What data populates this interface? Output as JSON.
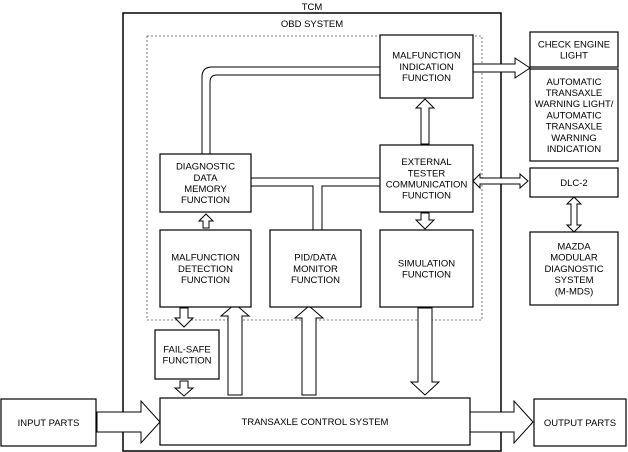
{
  "tcm": {
    "title": "TCM"
  },
  "obd": {
    "title": "OBD SYSTEM"
  },
  "blocks": {
    "malfunction_indication": [
      "MALFUNCTION",
      "INDICATION",
      "FUNCTION"
    ],
    "diagnostic_data_memory": [
      "DIAGNOSTIC",
      "DATA",
      "MEMORY",
      "FUNCTION"
    ],
    "external_tester": [
      "EXTERNAL",
      "TESTER",
      "COMMUNICATION",
      "FUNCTION"
    ],
    "malfunction_detection": [
      "MALFUNCTION",
      "DETECTION",
      "FUNCTION"
    ],
    "pid_data_monitor": [
      "PID/DATA",
      "MONITOR",
      "FUNCTION"
    ],
    "simulation": [
      "SIMULATION",
      "FUNCTION"
    ],
    "fail_safe": [
      "FAIL-SAFE",
      "FUNCTION"
    ],
    "transaxle_control": [
      "TRANSAXLE CONTROL SYSTEM"
    ],
    "check_engine_light": [
      "CHECK ENGINE",
      "LIGHT"
    ],
    "at_warning": [
      "AUTOMATIC",
      "TRANSAXLE",
      "WARNING LIGHT/",
      "AUTOMATIC",
      "TRANSAXLE",
      "WARNING",
      "INDICATION"
    ],
    "dlc2": [
      "DLC-2"
    ],
    "mazda_mds": [
      "MAZDA",
      "MODULAR",
      "DIAGNOSTIC",
      "SYSTEM",
      "(M-MDS)"
    ],
    "input_parts": [
      "INPUT PARTS"
    ],
    "output_parts": [
      "OUTPUT PARTS"
    ]
  }
}
